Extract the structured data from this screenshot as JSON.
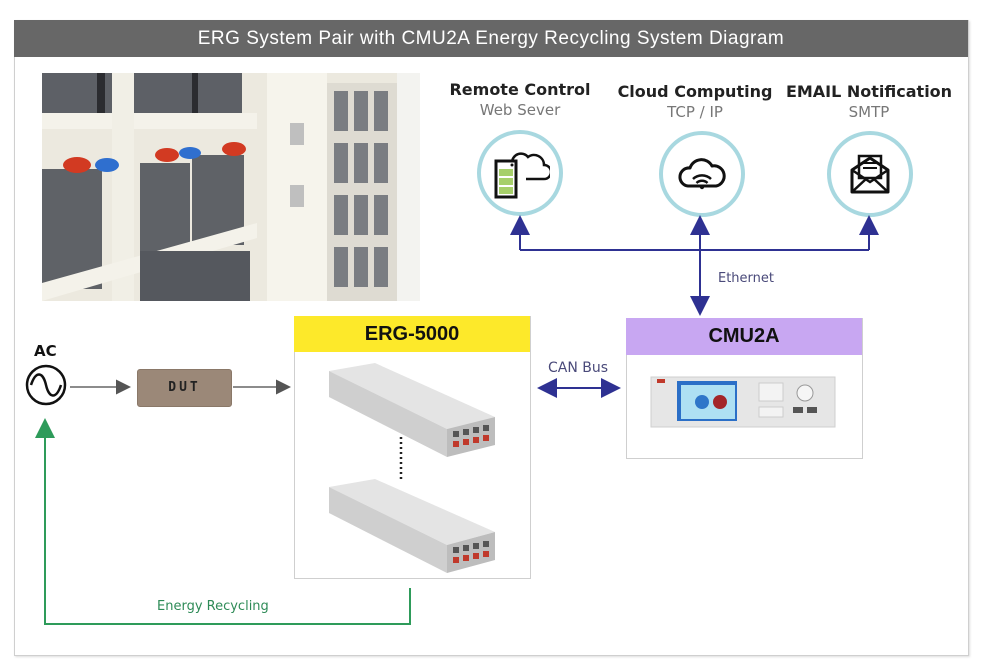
{
  "title": "ERG System Pair with CMU2A Energy Recycling System Diagram",
  "photo": {
    "description": "battery rack room"
  },
  "services": [
    {
      "title": "Remote Control",
      "subtitle": "Web Sever",
      "icon": "server-cloud-icon"
    },
    {
      "title": "Cloud Computing",
      "subtitle": "TCP / IP",
      "icon": "cloud-wifi-icon"
    },
    {
      "title": "EMAIL Notification",
      "subtitle": "SMTP",
      "icon": "envelope-icon"
    }
  ],
  "links": {
    "ethernet": "Ethernet",
    "can_bus": "CAN Bus",
    "energy_recycling": "Energy Recycling"
  },
  "nodes": {
    "ac": "AC",
    "dut": "DUT",
    "erg": "ERG-5000",
    "cmu": "CMU2A"
  },
  "colors": {
    "title_bar": "#676767",
    "erg_header": "#fde92a",
    "cmu_header": "#c8a7f2",
    "circle_border": "#a8d8e0",
    "bus_line": "#2e3192",
    "recycle_line": "#2e9b5a",
    "dut_fill": "#9b8878"
  }
}
